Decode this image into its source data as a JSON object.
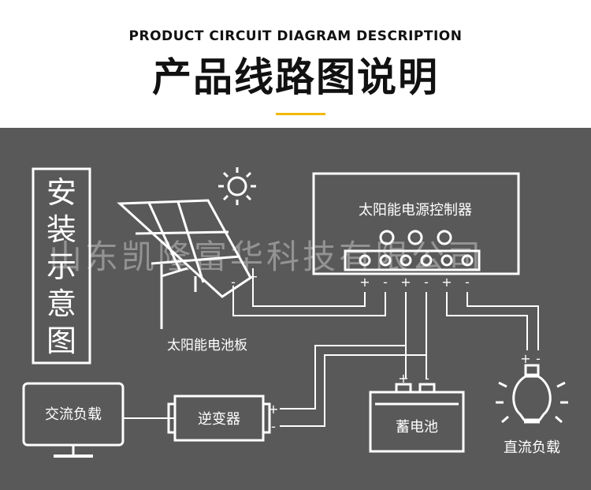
{
  "header": {
    "subtitle_en": "PRODUCT CIRCUIT DIAGRAM DESCRIPTION",
    "title_cn": "产品线路图说明",
    "accent_color": "#f0b90b"
  },
  "diagram": {
    "install_label": [
      "安",
      "装",
      "示",
      "意",
      "图"
    ],
    "solar_panel_label": "太阳能电池板",
    "controller_label": "太阳能电源控制器",
    "battery_label": "蓄电池",
    "inverter_label": "逆变器",
    "ac_load_label": "交流负载",
    "dc_load_label": "直流负载",
    "plus": "+",
    "minus": "-",
    "watermark": "山东凯隆富华科技有限公司",
    "background_color": "#595959",
    "line_color": "#ffffff"
  }
}
